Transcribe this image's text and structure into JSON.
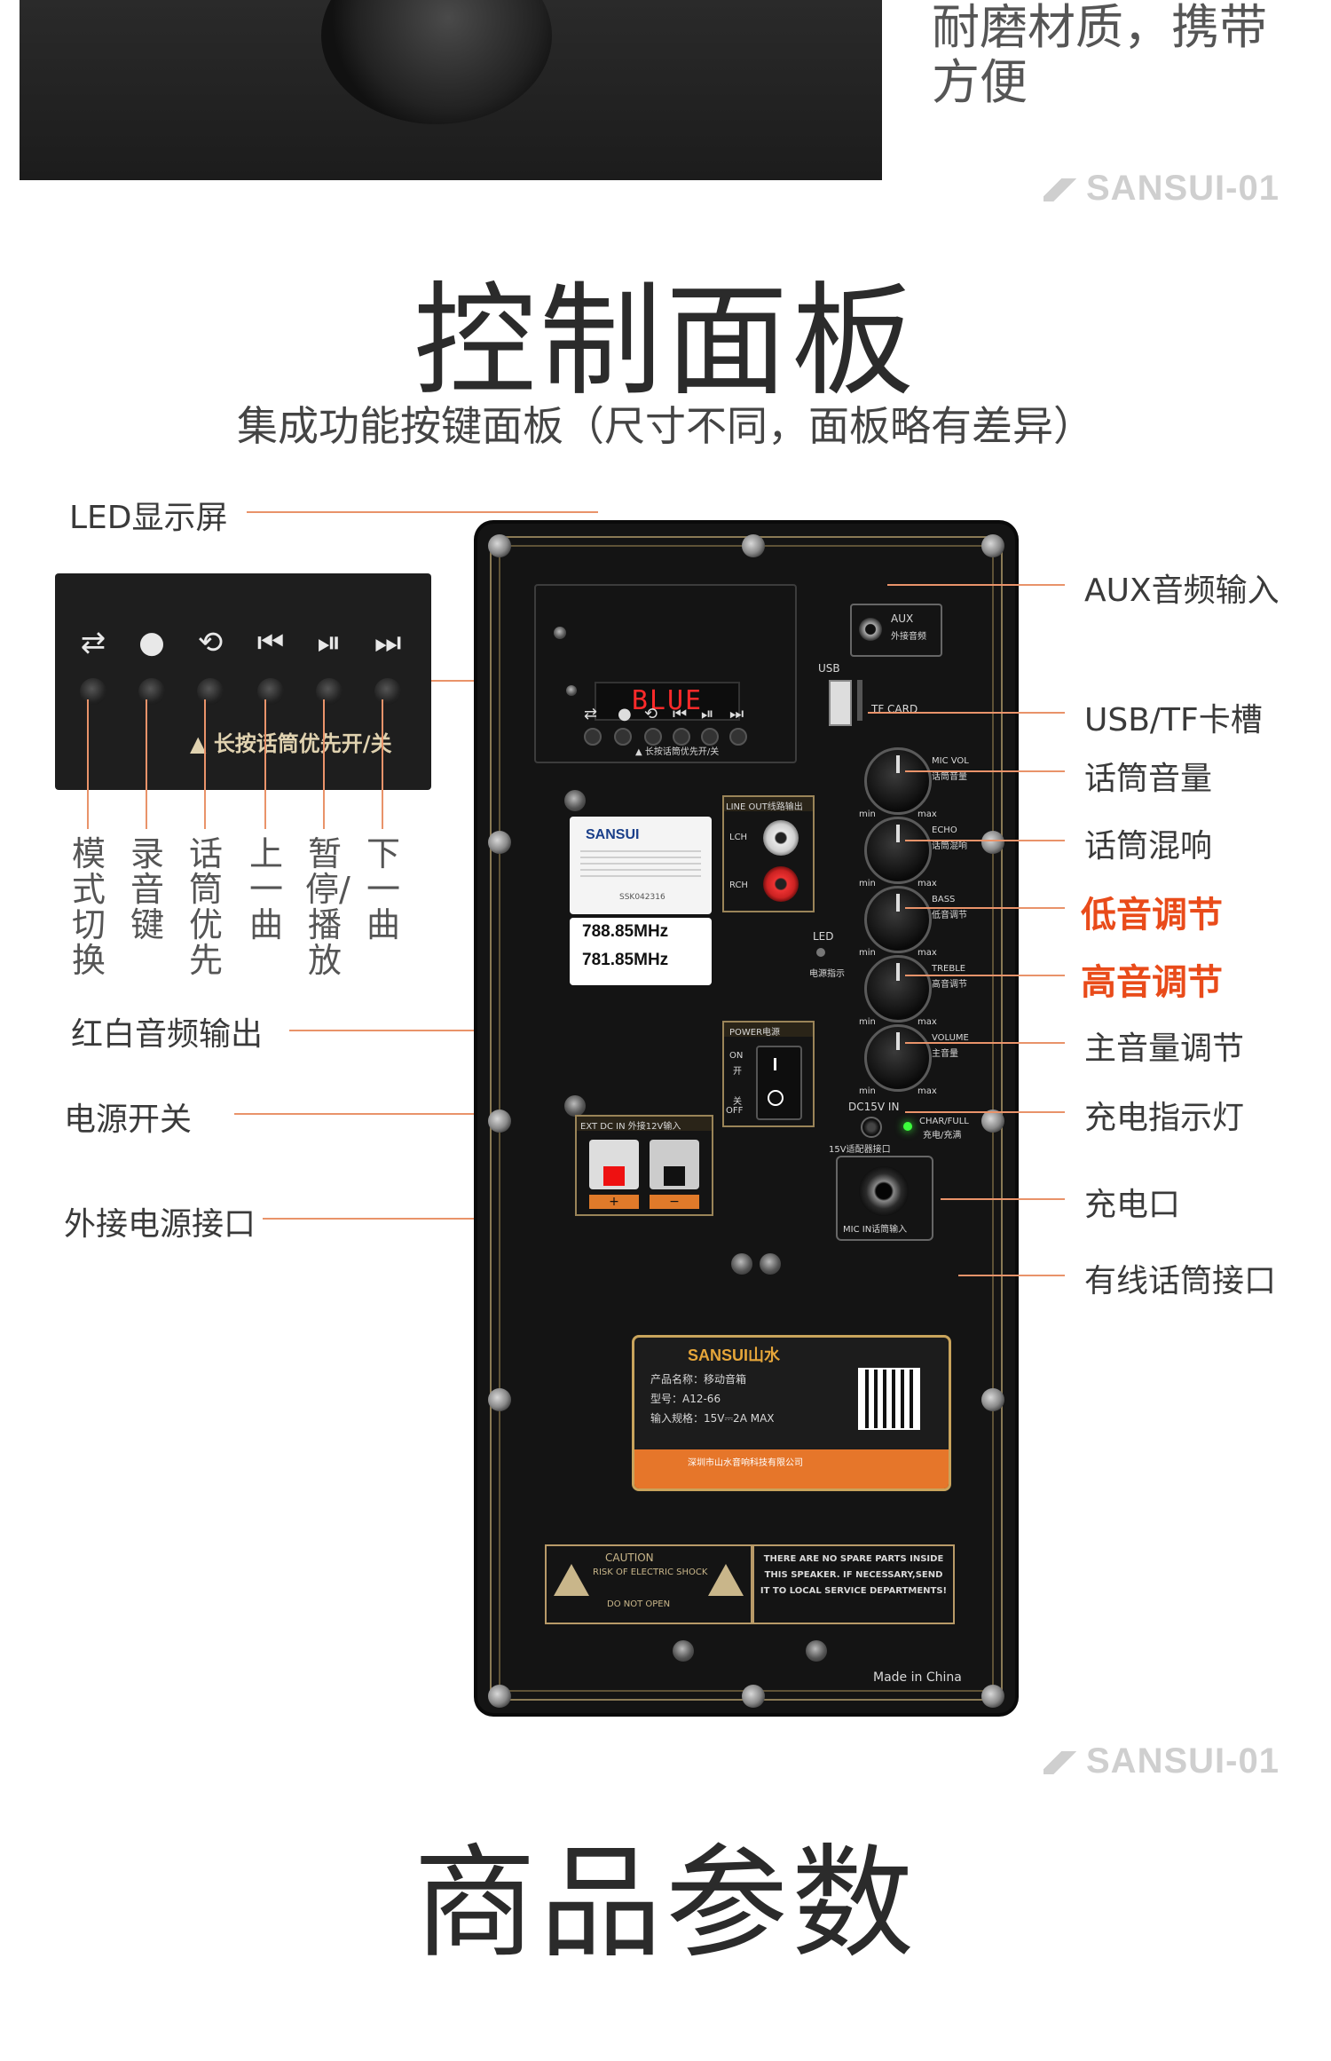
{
  "top": {
    "description": "耐磨材质，携带\n方便",
    "brand_watermark": "SANSUI-01"
  },
  "control_panel": {
    "title": "控制面板",
    "subtitle": "集成功能按键面板（尺寸不同，面板略有差异）",
    "left_labels": {
      "led_display": "LED显示屏",
      "rca_output": "红白音频输出",
      "power_switch": "电源开关",
      "ext_power": "外接电源接口"
    },
    "button_labels": [
      "模式切换",
      "录音键",
      "话筒优先",
      "上一曲",
      "暂停/播放",
      "下一曲"
    ],
    "inset_caption": "▲ 长按话筒优先开/关",
    "right_labels": {
      "aux_input": "AUX音频输入",
      "usb_tf": "USB/TF卡槽",
      "mic_volume": "话筒音量",
      "mic_echo": "话筒混响",
      "bass": "低音调节",
      "treble": "高音调节",
      "master_volume": "主音量调节",
      "charge_indicator": "充电指示灯",
      "charge_port": "充电口",
      "wired_mic": "有线话筒接口"
    },
    "panel_text": {
      "led_text": "BLUE",
      "display_caption": "▲ 长按话筒优先开/关",
      "aux_label": "AUX",
      "aux_sub": "外接音频",
      "usb": "USB",
      "tf_card": "TF CARD",
      "mic_vol": "MIC VOL",
      "mic_vol_cn": "话筒音量",
      "echo": "ECHO",
      "echo_cn": "话筒混响",
      "bass": "BASS",
      "bass_cn": "低音调节",
      "treble": "TREBLE",
      "treble_cn": "高音调节",
      "volume": "VOLUME",
      "volume_cn": "主音量",
      "min": "min",
      "max": "max",
      "line_out": "LINE OUT线路输出",
      "lch": "LCH",
      "rch": "RCH",
      "led": "LED",
      "led_cn": "电源指示",
      "power": "POWER电源",
      "on": "ON",
      "on_cn": "开",
      "off": "OFF",
      "off_cn": "关",
      "dc15v_in": "DC15V IN",
      "adapter": "15V适配器接口",
      "char_full": "CHAR/FULL",
      "char_full_cn": "充电/充满",
      "mic_in": "MIC IN话筒输入",
      "ext_dc_in": "EXT DC IN 外接12V输入",
      "plus": "+",
      "minus": "−",
      "freq1": "788.85MHz",
      "freq2": "781.85MHz",
      "sticker_brand": "SANSUI",
      "sticker_code": "SSK042316",
      "plate_brand": "SANSUI山水",
      "plate_name": "产品名称：移动音箱",
      "plate_model": "型号：A12-66",
      "plate_input": "输入规格：15V⎓2A MAX",
      "plate_company": "深圳市山水音响科技有限公司",
      "caution": "CAUTION",
      "caution_sub": "RISK OF ELECTRIC SHOCK",
      "do_not_open": "DO NOT OPEN",
      "spare_parts": "THERE ARE NO SPARE PARTS INSIDE THIS SPEAKER. IF NECESSARY,SEND IT TO LOCAL SERVICE DEPARTMENTS!",
      "made_in": "Made in China"
    }
  },
  "params": {
    "brand_watermark": "SANSUI-01",
    "title": "商品参数"
  },
  "colors": {
    "accent_line": "#e9936a",
    "highlight_text": "#e94b1a",
    "panel_bg": "#141414",
    "gold_trim": "#8a7a55"
  }
}
